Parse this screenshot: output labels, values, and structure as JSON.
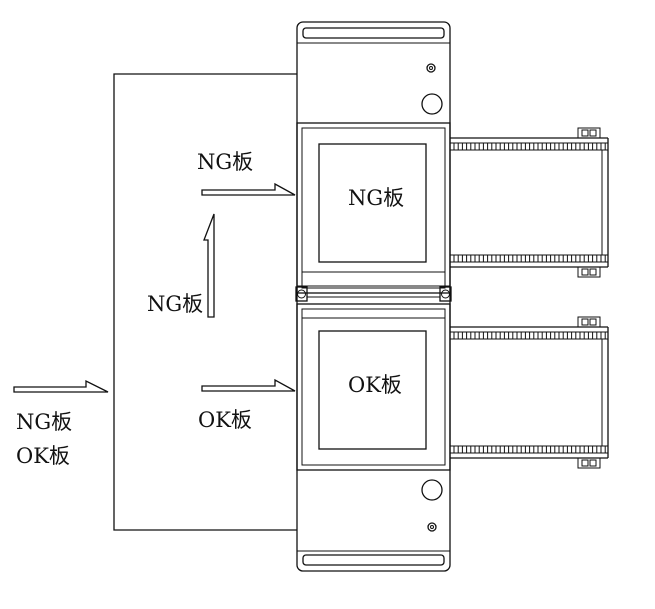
{
  "labels": {
    "input_ng": "NG板",
    "input_ok": "OK板",
    "ng_top": "NG板",
    "ng_vertical": "NG板",
    "ok_lane": "OK板",
    "ng_box": "NG板",
    "ok_box": "OK板"
  },
  "colors": {
    "stroke": "#111111",
    "background": "#ffffff"
  }
}
